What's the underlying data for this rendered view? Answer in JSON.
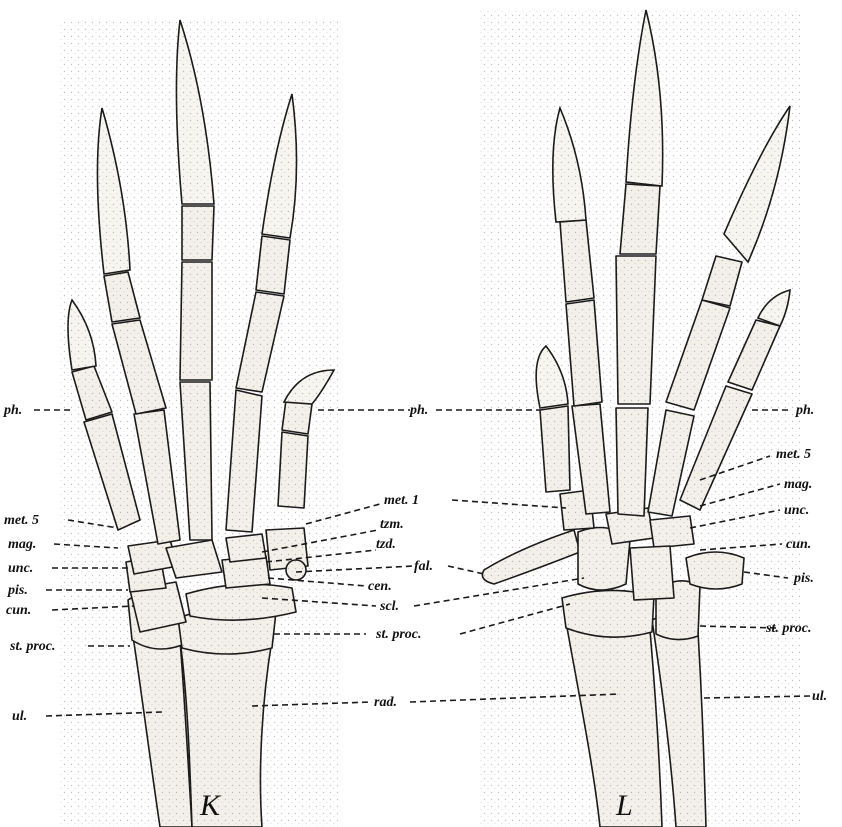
{
  "figure": {
    "panel_left": "K",
    "panel_right": "L"
  },
  "labels_k_left": {
    "ph": "ph.",
    "met5": "met. 5",
    "mag": "mag.",
    "unc": "unc.",
    "pis": "pis.",
    "cun": "cun.",
    "stproc": "st. proc.",
    "ul": "ul."
  },
  "labels_center": {
    "ph": "ph.",
    "met1": "met. 1",
    "tzm": "tzm.",
    "tzd": "tzd.",
    "fal": "fal.",
    "cen": "cen.",
    "scl": "scl.",
    "stproc": "st. proc.",
    "rad": "rad."
  },
  "labels_l_right": {
    "ph": "ph.",
    "met5": "met. 5",
    "mag": "mag.",
    "unc": "unc.",
    "cun": "cun.",
    "pis": "pis.",
    "stproc": "st. proc.",
    "ul": "ul."
  }
}
